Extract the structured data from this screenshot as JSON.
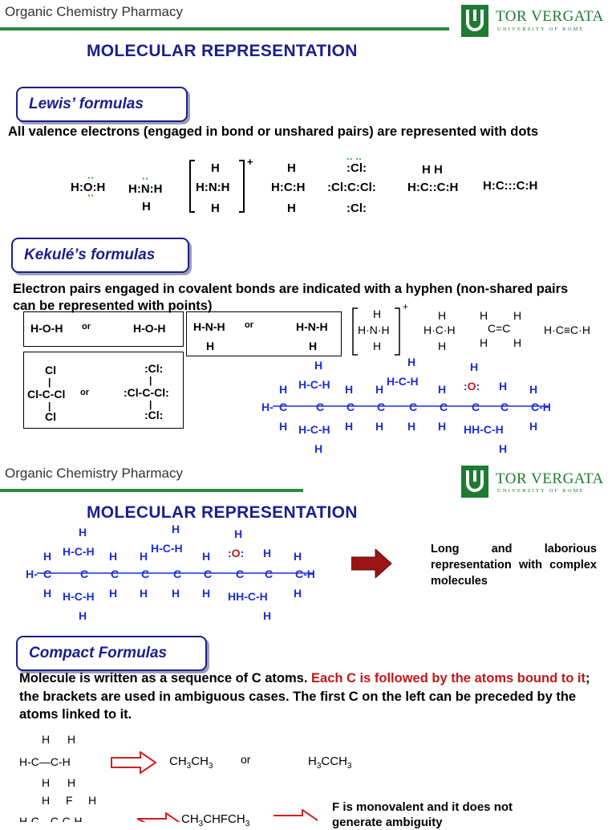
{
  "header": {
    "title": "Organic Chemistry Pharmacy",
    "uni_name": "TOR VERGATA",
    "uni_sub": "UNIVERSITY OF ROME"
  },
  "slide1": {
    "title": "MOLECULAR REPRESENTATION",
    "lewis": {
      "heading": "Lewis’ formulas",
      "text": "All valence electrons (engaged in bond or unshared pairs) are represented with dots",
      "formulas": [
        "H:O:H",
        "H:N:H",
        "H:N:H",
        "H:C:H",
        ":Cl:C:Cl:",
        "H:C::C:H",
        "H:C:::C:H"
      ]
    },
    "kekule": {
      "heading": "Kekulé’s formulas",
      "text": "Electron pairs engaged in covalent bonds are indicated with a hyphen (non-shared pairs can be represented with points)",
      "or": "or",
      "water_a": "H-O-H",
      "water_b": "H-O-H",
      "amine_a": "H-N-H",
      "amine_b": "H-N-H",
      "ccl4_a": "Cl-C-Cl",
      "ccl4_b": ":Cl-C-Cl:",
      "ethyne": "H·C≡C·H"
    }
  },
  "slide2": {
    "title": "MOLECULAR REPRESENTATION",
    "side_note": "Long and laborious representation with complex molecules",
    "compact": {
      "heading": "Compact Formulas",
      "text_a": "Molecule is written as a sequence of C atoms. ",
      "text_red": "Each C is followed by the atoms bound to it",
      "text_b": "; the brackets are used in ambiguous cases. The first C on the left can be preceded by the atoms linked to it.",
      "ex1_a": "CH3CH3",
      "or": "or",
      "ex1_b": "H3CCH3",
      "ex2": "CH3CHFCH3",
      "ex2_note": "F is monovalent and it does not generate ambiguity"
    }
  },
  "colors": {
    "green": "#2e8b3c",
    "navy": "#1a1f8c",
    "blue_struct": "#1c2fd6",
    "red": "#c01818"
  }
}
